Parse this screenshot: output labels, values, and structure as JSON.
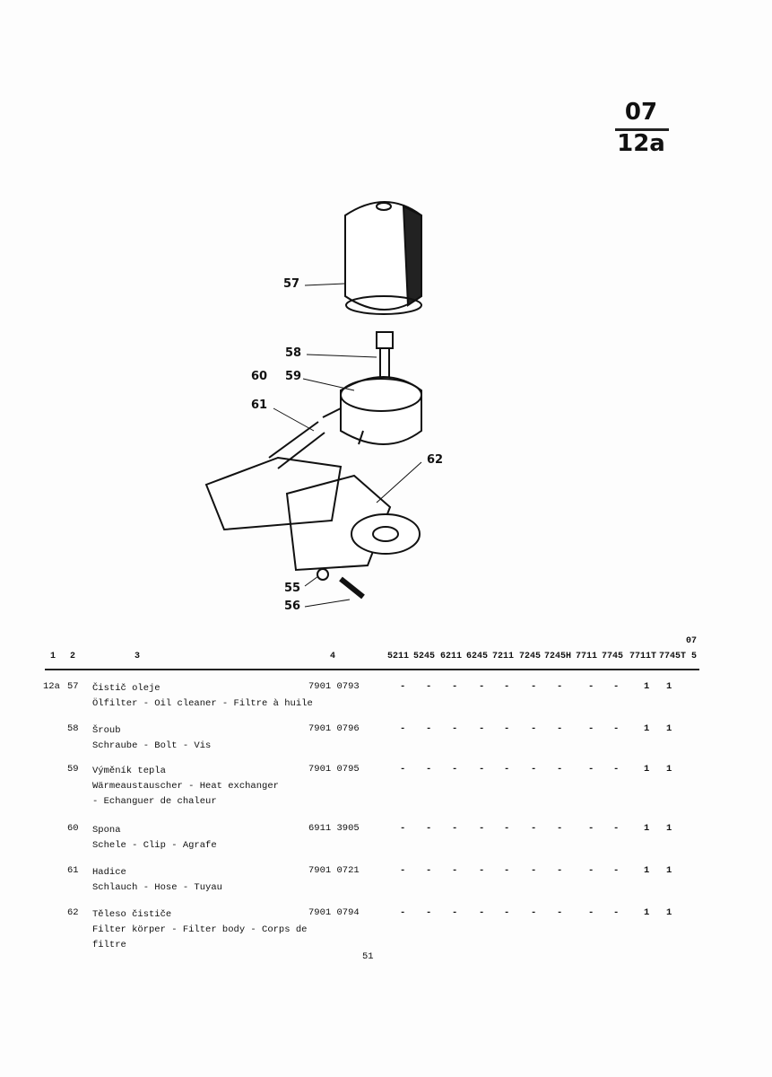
{
  "section": {
    "group": "07",
    "subgroup": "12a"
  },
  "diagram": {
    "callouts": [
      "57",
      "58",
      "59",
      "60",
      "61",
      "62",
      "55",
      "56"
    ]
  },
  "table": {
    "corner_label": "07",
    "headers": {
      "col1": "1",
      "col2": "2",
      "col3": "3",
      "col4": "4"
    },
    "models": [
      "5211",
      "5245",
      "6211",
      "6245",
      "7211",
      "7245",
      "7245H",
      "7711",
      "7745",
      "7711T",
      "7745T",
      "5"
    ],
    "rows": [
      {
        "fig": "12a",
        "pos": "57",
        "lines": [
          "Čistič oleje",
          "Ölfilter - Oil cleaner - Filtre à huile"
        ],
        "part_no": "7901 0793",
        "qty": [
          "-",
          "-",
          "-",
          "-",
          "-",
          "-",
          "-",
          "-",
          "-",
          "1",
          "1",
          ""
        ]
      },
      {
        "fig": "",
        "pos": "58",
        "lines": [
          "Šroub",
          "Schraube - Bolt - Vis"
        ],
        "part_no": "7901 0796",
        "qty": [
          "-",
          "-",
          "-",
          "-",
          "-",
          "-",
          "-",
          "-",
          "-",
          "1",
          "1",
          ""
        ]
      },
      {
        "fig": "",
        "pos": "59",
        "lines": [
          "Výměník tepla",
          "Wärmeaustauscher - Heat exchanger",
          "- Echanguer de chaleur"
        ],
        "part_no": "7901 0795",
        "qty": [
          "-",
          "-",
          "-",
          "-",
          "-",
          "-",
          "-",
          "-",
          "-",
          "1",
          "1",
          ""
        ]
      },
      {
        "fig": "",
        "pos": "60",
        "lines": [
          "Spona",
          "Schele - Clip - Agrafe"
        ],
        "part_no": "6911 3905",
        "qty": [
          "-",
          "-",
          "-",
          "-",
          "-",
          "-",
          "-",
          "-",
          "-",
          "1",
          "1",
          ""
        ]
      },
      {
        "fig": "",
        "pos": "61",
        "lines": [
          "Hadice",
          "Schlauch - Hose - Tuyau"
        ],
        "part_no": "7901 0721",
        "qty": [
          "-",
          "-",
          "-",
          "-",
          "-",
          "-",
          "-",
          "-",
          "-",
          "1",
          "1",
          ""
        ]
      },
      {
        "fig": "",
        "pos": "62",
        "lines": [
          "Těleso čističe",
          "Filter körper - Filter body - Corps de",
          "filtre"
        ],
        "part_no": "7901 0794",
        "qty": [
          "-",
          "-",
          "-",
          "-",
          "-",
          "-",
          "-",
          "-",
          "-",
          "1",
          "1",
          ""
        ]
      }
    ]
  },
  "page_number": "51"
}
